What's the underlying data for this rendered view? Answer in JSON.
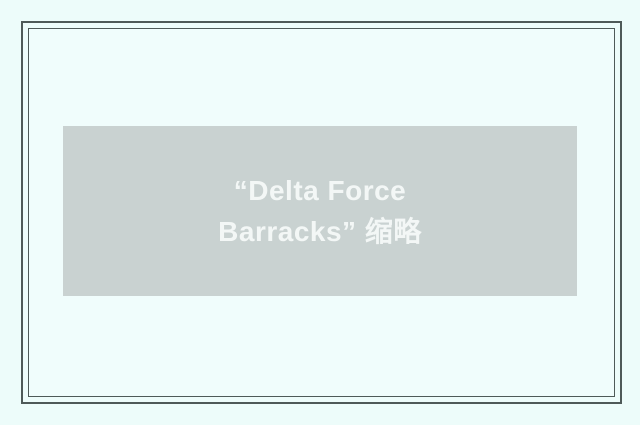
{
  "page": {
    "background_color": "#edfcfa",
    "frame_border_color": "#4e5a58"
  },
  "figure": {
    "placeholder": {
      "background_color": "#c9d2d1",
      "text_color": "#f3f7f6",
      "alt_text": "“Delta Force Barracks”缩略",
      "lines": [
        "“Delta Force",
        "Barracks” 缩略"
      ]
    }
  }
}
